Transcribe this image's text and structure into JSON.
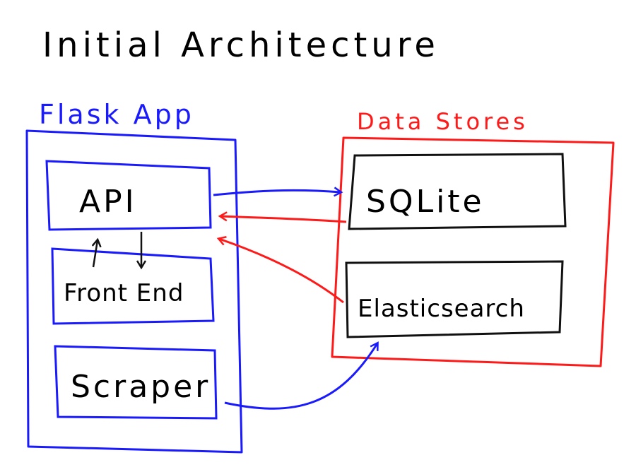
{
  "title": "Initial Architecture",
  "groups": {
    "flask_app": {
      "label": "Flask App",
      "color": "#1a1aff"
    },
    "data_stores": {
      "label": "Data Stores",
      "color": "#ff1a1a"
    }
  },
  "components": {
    "api": "API",
    "front_end": "Front End",
    "scraper": "Scraper",
    "sqlite": "SQLite",
    "elasticsearch": "Elasticsearch"
  },
  "colors": {
    "ink": "#111111",
    "flask": "#1a1aff",
    "stores": "#ff1a1a"
  }
}
